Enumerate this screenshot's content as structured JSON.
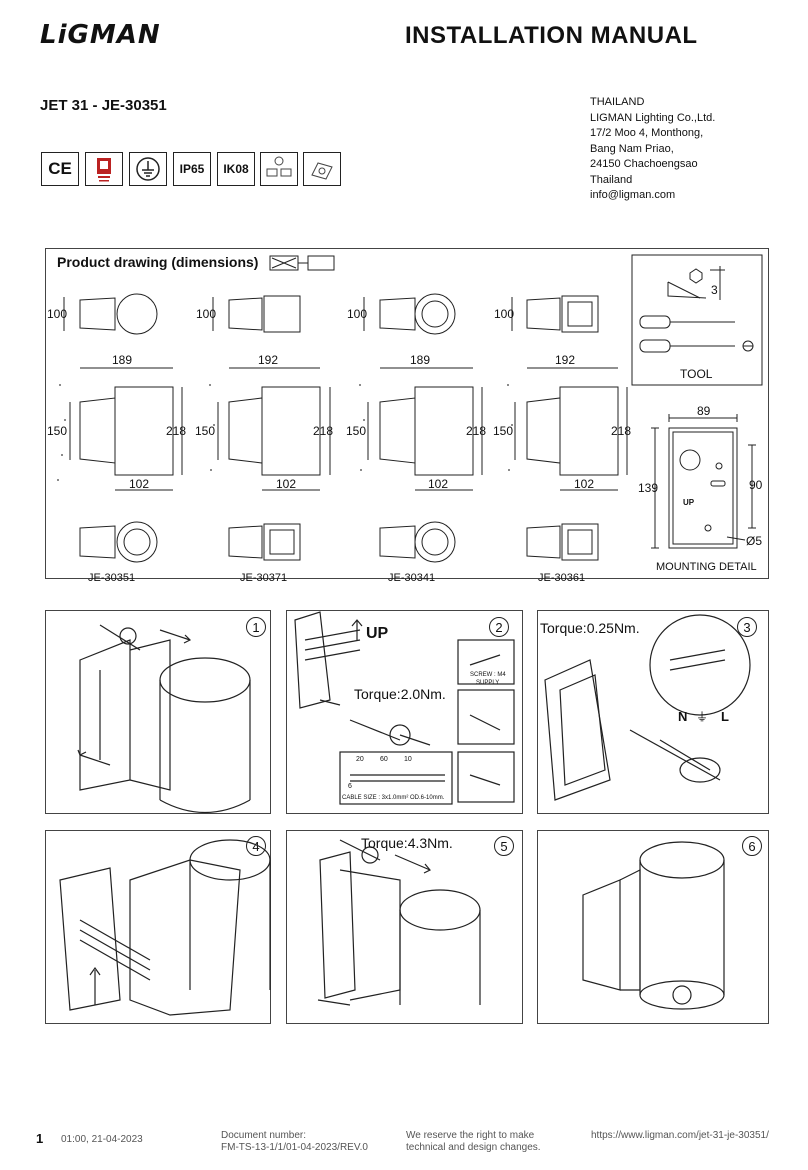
{
  "header": {
    "logo_text": "LiGMAN",
    "title": "INSTALLATION MANUAL",
    "model": "JET 31 - JE-30351"
  },
  "address": [
    "THAILAND",
    "LIGMAN Lighting Co.,Ltd.",
    "17/2 Moo 4, Monthong,",
    "Bang Nam Priao,",
    "24150 Chachoengsao",
    "Thailand",
    "info@ligman.com"
  ],
  "certifications": {
    "ce": "CE",
    "ip": "IP65",
    "ik": "IK08"
  },
  "product_drawing": {
    "title": "Product drawing (dimensions)",
    "top_dims": [
      "100",
      "100",
      "100",
      "100"
    ],
    "widths": [
      "189",
      "192",
      "189",
      "192"
    ],
    "heights_left": [
      "150",
      "150",
      "150",
      "150"
    ],
    "heights_right": [
      "218",
      "218",
      "218",
      "218"
    ],
    "bottom_widths": [
      "102",
      "102",
      "102",
      "102"
    ],
    "models": [
      "JE-30351",
      "JE-30371",
      "JE-30341",
      "JE-30361"
    ],
    "tool_label": "TOOL",
    "tool_dim": "3",
    "mounting": {
      "label": "MOUNTING DETAIL",
      "width": "89",
      "height": "139",
      "hole_spacing": "90",
      "hole": "Ø5",
      "up": "UP"
    }
  },
  "steps": {
    "s1": "1",
    "s2": "2",
    "s2_up": "UP",
    "s2_torque": "Torque:2.0Nm.",
    "s2_screw": "SCREW : M4",
    "s2_supply": "SUPPLY",
    "s2_strip": [
      "20",
      "60",
      "10",
      "6"
    ],
    "s2_cable": "CABLE SIZE : 3x1.0mm² OD.6-10mm.",
    "s3": "3",
    "s3_torque": "Torque:0.25Nm.",
    "s3_n": "N",
    "s3_l": "L",
    "s4": "4",
    "s5": "5",
    "s5_torque": "Torque:4.3Nm.",
    "s6": "6"
  },
  "footer": {
    "page": "1",
    "timestamp": "01:00, 21-04-2023",
    "doc_label": "Document number:",
    "doc_number": "FM-TS-13-1/1/01-04-2023/REV.0",
    "reserve_1": "We reserve the right to make",
    "reserve_2": "technical and design changes.",
    "url": "https://www.ligman.com/jet-31-je-30351/"
  }
}
